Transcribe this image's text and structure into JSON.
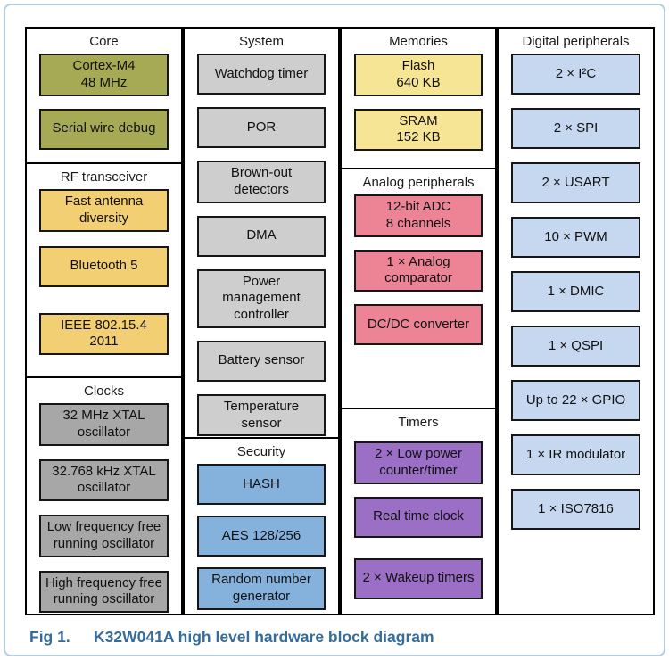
{
  "caption": {
    "label": "Fig 1.",
    "text": "K32W041A high level hardware block diagram"
  },
  "colors": {
    "core_block": "#a6aa55",
    "rf_block": "#f3cf74",
    "clocks_block": "#a7a7a7",
    "system_block": "#cecece",
    "security_block": "#85b2dd",
    "memories_block": "#f6e594",
    "analog_block": "#ec8496",
    "timers_block": "#9a6fc5",
    "digital_block": "#c6d8ef",
    "caption_text": "#346c9c",
    "outer_border": "#b7cddc",
    "block_border": "#161616"
  },
  "columns": [
    {
      "sections": [
        {
          "title": "Core",
          "block_color": "#a6aa55",
          "blocks": [
            {
              "label": "Cortex-M4\n48 MHz"
            },
            {
              "label": "Serial wire debug"
            }
          ]
        },
        {
          "title": "RF transceiver",
          "block_color": "#f3cf74",
          "blocks": [
            {
              "label": "Fast antenna\ndiversity"
            },
            {
              "label": "Bluetooth 5"
            },
            {
              "label": "IEEE 802.15.4\n2011"
            }
          ]
        },
        {
          "title": "Clocks",
          "block_color": "#a7a7a7",
          "blocks": [
            {
              "label": "32 MHz XTAL\noscillator"
            },
            {
              "label": "32.768 kHz XTAL\noscillator"
            },
            {
              "label": "Low frequency free\nrunning oscillator"
            },
            {
              "label": "High frequency free\nrunning oscillator"
            }
          ]
        }
      ]
    },
    {
      "sections": [
        {
          "title": "System",
          "block_color": "#cecece",
          "blocks": [
            {
              "label": "Watchdog timer"
            },
            {
              "label": "POR"
            },
            {
              "label": "Brown-out\ndetectors"
            },
            {
              "label": "DMA"
            },
            {
              "label": "Power\nmanagement\ncontroller"
            },
            {
              "label": "Battery sensor"
            },
            {
              "label": "Temperature\nsensor"
            }
          ]
        },
        {
          "title": "Security",
          "block_color": "#85b2dd",
          "blocks": [
            {
              "label": "HASH"
            },
            {
              "label": "AES 128/256"
            },
            {
              "label": "Random number\ngenerator"
            }
          ]
        }
      ]
    },
    {
      "sections": [
        {
          "title": "Memories",
          "block_color": "#f6e594",
          "blocks": [
            {
              "label": "Flash\n640 KB"
            },
            {
              "label": "SRAM\n152 KB"
            }
          ]
        },
        {
          "title": "Analog peripherals",
          "block_color": "#ec8496",
          "blocks": [
            {
              "label": "12-bit ADC\n8 channels"
            },
            {
              "label": "1 × Analog\ncomparator"
            },
            {
              "label": "DC/DC converter"
            }
          ]
        },
        {
          "title": "Timers",
          "block_color": "#9a6fc5",
          "blocks": [
            {
              "label": "2 × Low power\ncounter/timer"
            },
            {
              "label": "Real time clock"
            },
            {
              "label": "2 × Wakeup timers"
            }
          ]
        }
      ]
    },
    {
      "sections": [
        {
          "title": "Digital peripherals",
          "block_color": "#c6d8ef",
          "blocks": [
            {
              "label": "2 × I²C"
            },
            {
              "label": "2 × SPI"
            },
            {
              "label": "2 × USART"
            },
            {
              "label": "10 × PWM"
            },
            {
              "label": "1 × DMIC"
            },
            {
              "label": "1 × QSPI"
            },
            {
              "label": "Up to 22 × GPIO"
            },
            {
              "label": "1 × IR modulator"
            },
            {
              "label": "1 × ISO7816"
            }
          ]
        }
      ]
    }
  ]
}
